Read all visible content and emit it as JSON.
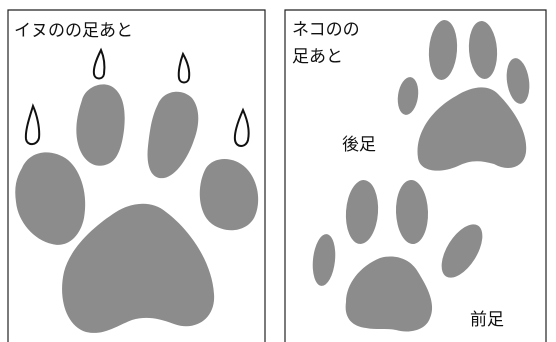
{
  "panels": {
    "dog": {
      "title": "イヌのの足あと"
    },
    "cat": {
      "title_line1": "ネコのの",
      "title_line2": "足あと",
      "hind_label": "後足",
      "fore_label": "前足"
    }
  },
  "colors": {
    "pad": "#8c8c8c",
    "outline": "#111111",
    "background": "#ffffff"
  }
}
